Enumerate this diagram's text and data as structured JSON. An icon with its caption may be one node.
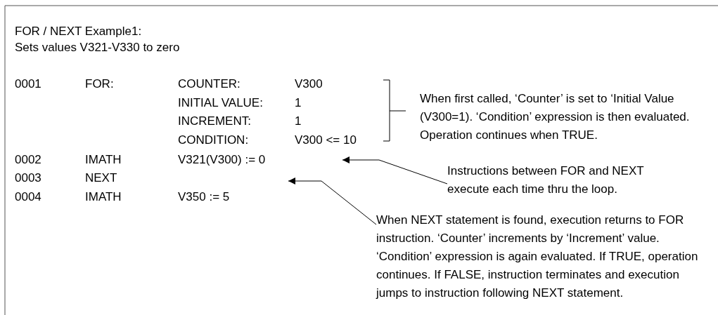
{
  "diagram": {
    "nodes": [
      {
        "text": [
          "When first called, ‘Counter’ is set to ‘Initial Value (V300=1).  ‘Condition’ expression is then evaluated. Operation continues when TRUE."
        ]
      },
      {
        "text": [
          "Instructions between FOR and NEXT execute each time thru the loop."
        ]
      },
      {
        "text": [
          "When NEXT statement is found, execution returns to FOR instruction.  ‘Counter’ increments by ‘Increment’ value. ‘Condition’ expression is again evaluated. If TRUE, operation continues. If FALSE, instruction terminates and execution jumps to instruction following NEXT statement."
        ]
      }
    ],
    "edges": [
      {
        "from": 1,
        "to": null,
        "arrow": "to"
      },
      {
        "from": 2,
        "to": null,
        "arrow": "to"
      }
    ],
    "labels": [
      "FOR / NEXT Example1:",
      "Sets values V321-V330 to zero",
      "0001",
      "FOR:",
      "COUNTER:",
      "V300",
      "INITIAL VALUE:",
      "1",
      "INCREMENT:",
      "1",
      "CONDITION:",
      "V300 <= 10",
      "0002",
      "IMATH",
      "V321(V300) := 0",
      "0003",
      "NEXT",
      "0004",
      "IMATH",
      "V350 := 5"
    ]
  }
}
